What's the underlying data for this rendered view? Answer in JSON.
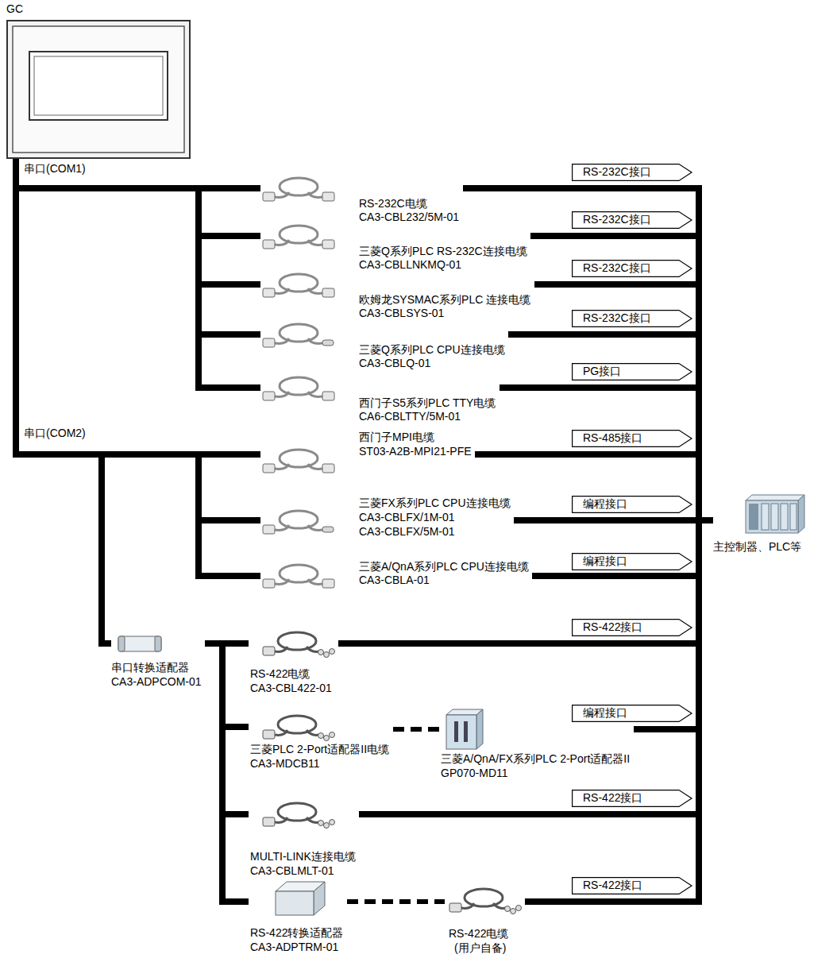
{
  "diagram": {
    "nodes": [
      {
        "text": [
          "GC"
        ]
      },
      {
        "text": [
          "RS-232C电缆",
          "CA3-CBL232/5M-01"
        ]
      },
      {
        "text": [
          "三菱Q系列PLC RS-232C连接电缆",
          "CA3-CBLLNKMQ-01"
        ]
      },
      {
        "text": [
          "欧姆龙SYSMAC系列PLC 连接电缆",
          "CA3-CBLSYS-01"
        ]
      },
      {
        "text": [
          "三菱Q系列PLC CPU连接电缆",
          "CA3-CBLQ-01"
        ]
      },
      {
        "text": [
          "西门子S5系列PLC TTY电缆",
          "CA6-CBLTTY/5M-01"
        ]
      },
      {
        "text": [
          "西门子MPI电缆",
          "ST03-A2B-MPI21-PFE"
        ]
      },
      {
        "text": [
          "三菱FX系列PLC CPU连接电缆",
          "CA3-CBLFX/1M-01",
          "CA3-CBLFX/5M-01"
        ]
      },
      {
        "text": [
          "三菱A/QnA系列PLC CPU连接电缆",
          "CA3-CBLA-01"
        ]
      },
      {
        "text": [
          "主控制器、PLC等"
        ]
      },
      {
        "text": [
          "串口转换适配器",
          "CA3-ADPCOM-01"
        ]
      },
      {
        "text": [
          "RS-422电缆",
          "CA3-CBL422-01"
        ]
      },
      {
        "text": [
          "三菱PLC 2-Port适配器II电缆",
          "CA3-MDCB11"
        ]
      },
      {
        "text": [
          "三菱A/QnA/FX系列PLC 2-Port适配器II",
          "GP070-MD11"
        ]
      },
      {
        "text": [
          "MULTI-LINK连接电缆",
          "CA3-CBLMLT-01"
        ]
      },
      {
        "text": [
          "RS-422转换适配器",
          "CA3-ADPTRM-01"
        ]
      },
      {
        "text": [
          "RS-422电缆",
          "(用户自备)"
        ]
      },
      {
        "text": [
          "RS-232C接口"
        ]
      },
      {
        "text": [
          "RS-232C接口"
        ]
      },
      {
        "text": [
          "RS-232C接口"
        ]
      },
      {
        "text": [
          "RS-232C接口"
        ]
      },
      {
        "text": [
          "PG接口"
        ]
      },
      {
        "text": [
          "RS-485接口"
        ]
      },
      {
        "text": [
          "编程接口"
        ]
      },
      {
        "text": [
          "编程接口"
        ]
      },
      {
        "text": [
          "RS-422接口"
        ]
      },
      {
        "text": [
          "编程接口"
        ]
      },
      {
        "text": [
          "RS-422接口"
        ]
      },
      {
        "text": [
          "RS-422接口"
        ]
      }
    ],
    "edges": [
      {
        "from": 0,
        "to": 1,
        "arrow": "none"
      },
      {
        "from": 0,
        "to": 2,
        "arrow": "none"
      },
      {
        "from": 0,
        "to": 3,
        "arrow": "none"
      },
      {
        "from": 0,
        "to": 4,
        "arrow": "none"
      },
      {
        "from": 0,
        "to": 5,
        "arrow": "none"
      },
      {
        "from": 0,
        "to": 6,
        "arrow": "none"
      },
      {
        "from": 0,
        "to": 7,
        "arrow": "none"
      },
      {
        "from": 0,
        "to": 8,
        "arrow": "none"
      },
      {
        "from": 0,
        "to": 10,
        "arrow": "none"
      },
      {
        "from": 1,
        "to": 9,
        "arrow": "none"
      },
      {
        "from": 2,
        "to": 9,
        "arrow": "none"
      },
      {
        "from": 3,
        "to": 9,
        "arrow": "none"
      },
      {
        "from": 4,
        "to": 9,
        "arrow": "none"
      },
      {
        "from": 5,
        "to": 9,
        "arrow": "none"
      },
      {
        "from": 6,
        "to": 9,
        "arrow": "none"
      },
      {
        "from": 7,
        "to": 9,
        "arrow": "none"
      },
      {
        "from": 8,
        "to": 9,
        "arrow": "none"
      },
      {
        "from": 10,
        "to": 11,
        "arrow": "none"
      },
      {
        "from": 10,
        "to": 12,
        "arrow": "none"
      },
      {
        "from": 10,
        "to": 14,
        "arrow": "none"
      },
      {
        "from": 10,
        "to": 15,
        "arrow": "none"
      },
      {
        "from": 12,
        "to": 13,
        "arrow": "none"
      },
      {
        "from": 15,
        "to": 16,
        "arrow": "none"
      },
      {
        "from": 11,
        "to": 9,
        "arrow": "none"
      },
      {
        "from": 13,
        "to": 9,
        "arrow": "none"
      },
      {
        "from": 14,
        "to": 9,
        "arrow": "none"
      },
      {
        "from": 16,
        "to": 9,
        "arrow": "none"
      }
    ],
    "labels": [
      "串口(COM1)",
      "串口(COM2)"
    ]
  }
}
